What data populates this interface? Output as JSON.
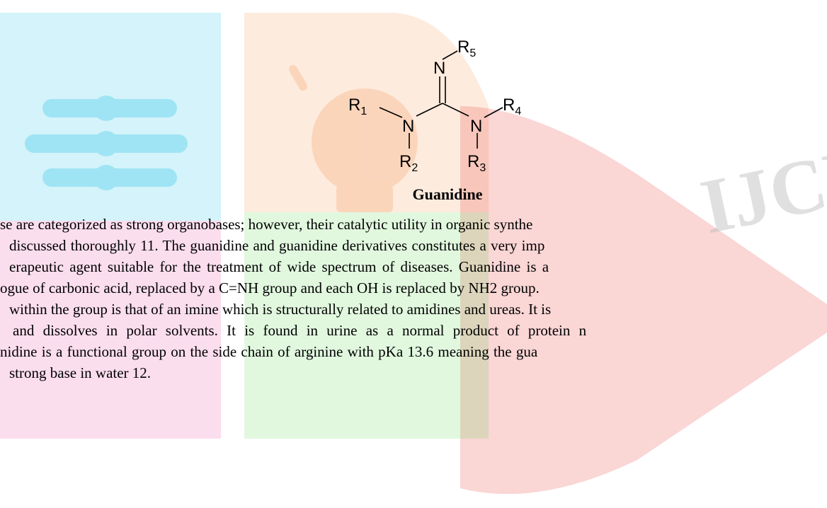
{
  "colors": {
    "watermark_blue": "#27c5e8",
    "watermark_orange": "#f7a36a",
    "watermark_red": "#e8322b",
    "watermark_green": "#43d63a",
    "watermark_magenta": "#e4148a"
  },
  "watermark": {
    "logo_text": "IJCRT"
  },
  "structure": {
    "atoms": {
      "n_top": "N",
      "n_left": "N",
      "n_right": "N"
    },
    "groups": {
      "r1": "R1",
      "r2": "R2",
      "r3": "R3",
      "r4": "R4",
      "r5": "R5"
    },
    "caption": "Guanidine"
  },
  "body_text": {
    "lines": [
      "se are categorized as strong organobases; however, their catalytic utility in organic synthe",
      "discussed thoroughly 11. The guanidine and guanidine derivatives constitutes a very imp",
      "erapeutic agent suitable for the treatment of wide spectrum of diseases. Guanidine is a",
      "ogue of carbonic acid, replaced by a C=NH group and each OH is replaced by NH2 group.",
      "within the group is that of an imine which is structurally related to amidines and ureas. It is",
      "and dissolves in polar solvents. It is found in urine as a normal product of protein n",
      "nidine is a functional group on the side chain of arginine with pKa 13.6 meaning the gua",
      "strong base in water 12."
    ]
  }
}
